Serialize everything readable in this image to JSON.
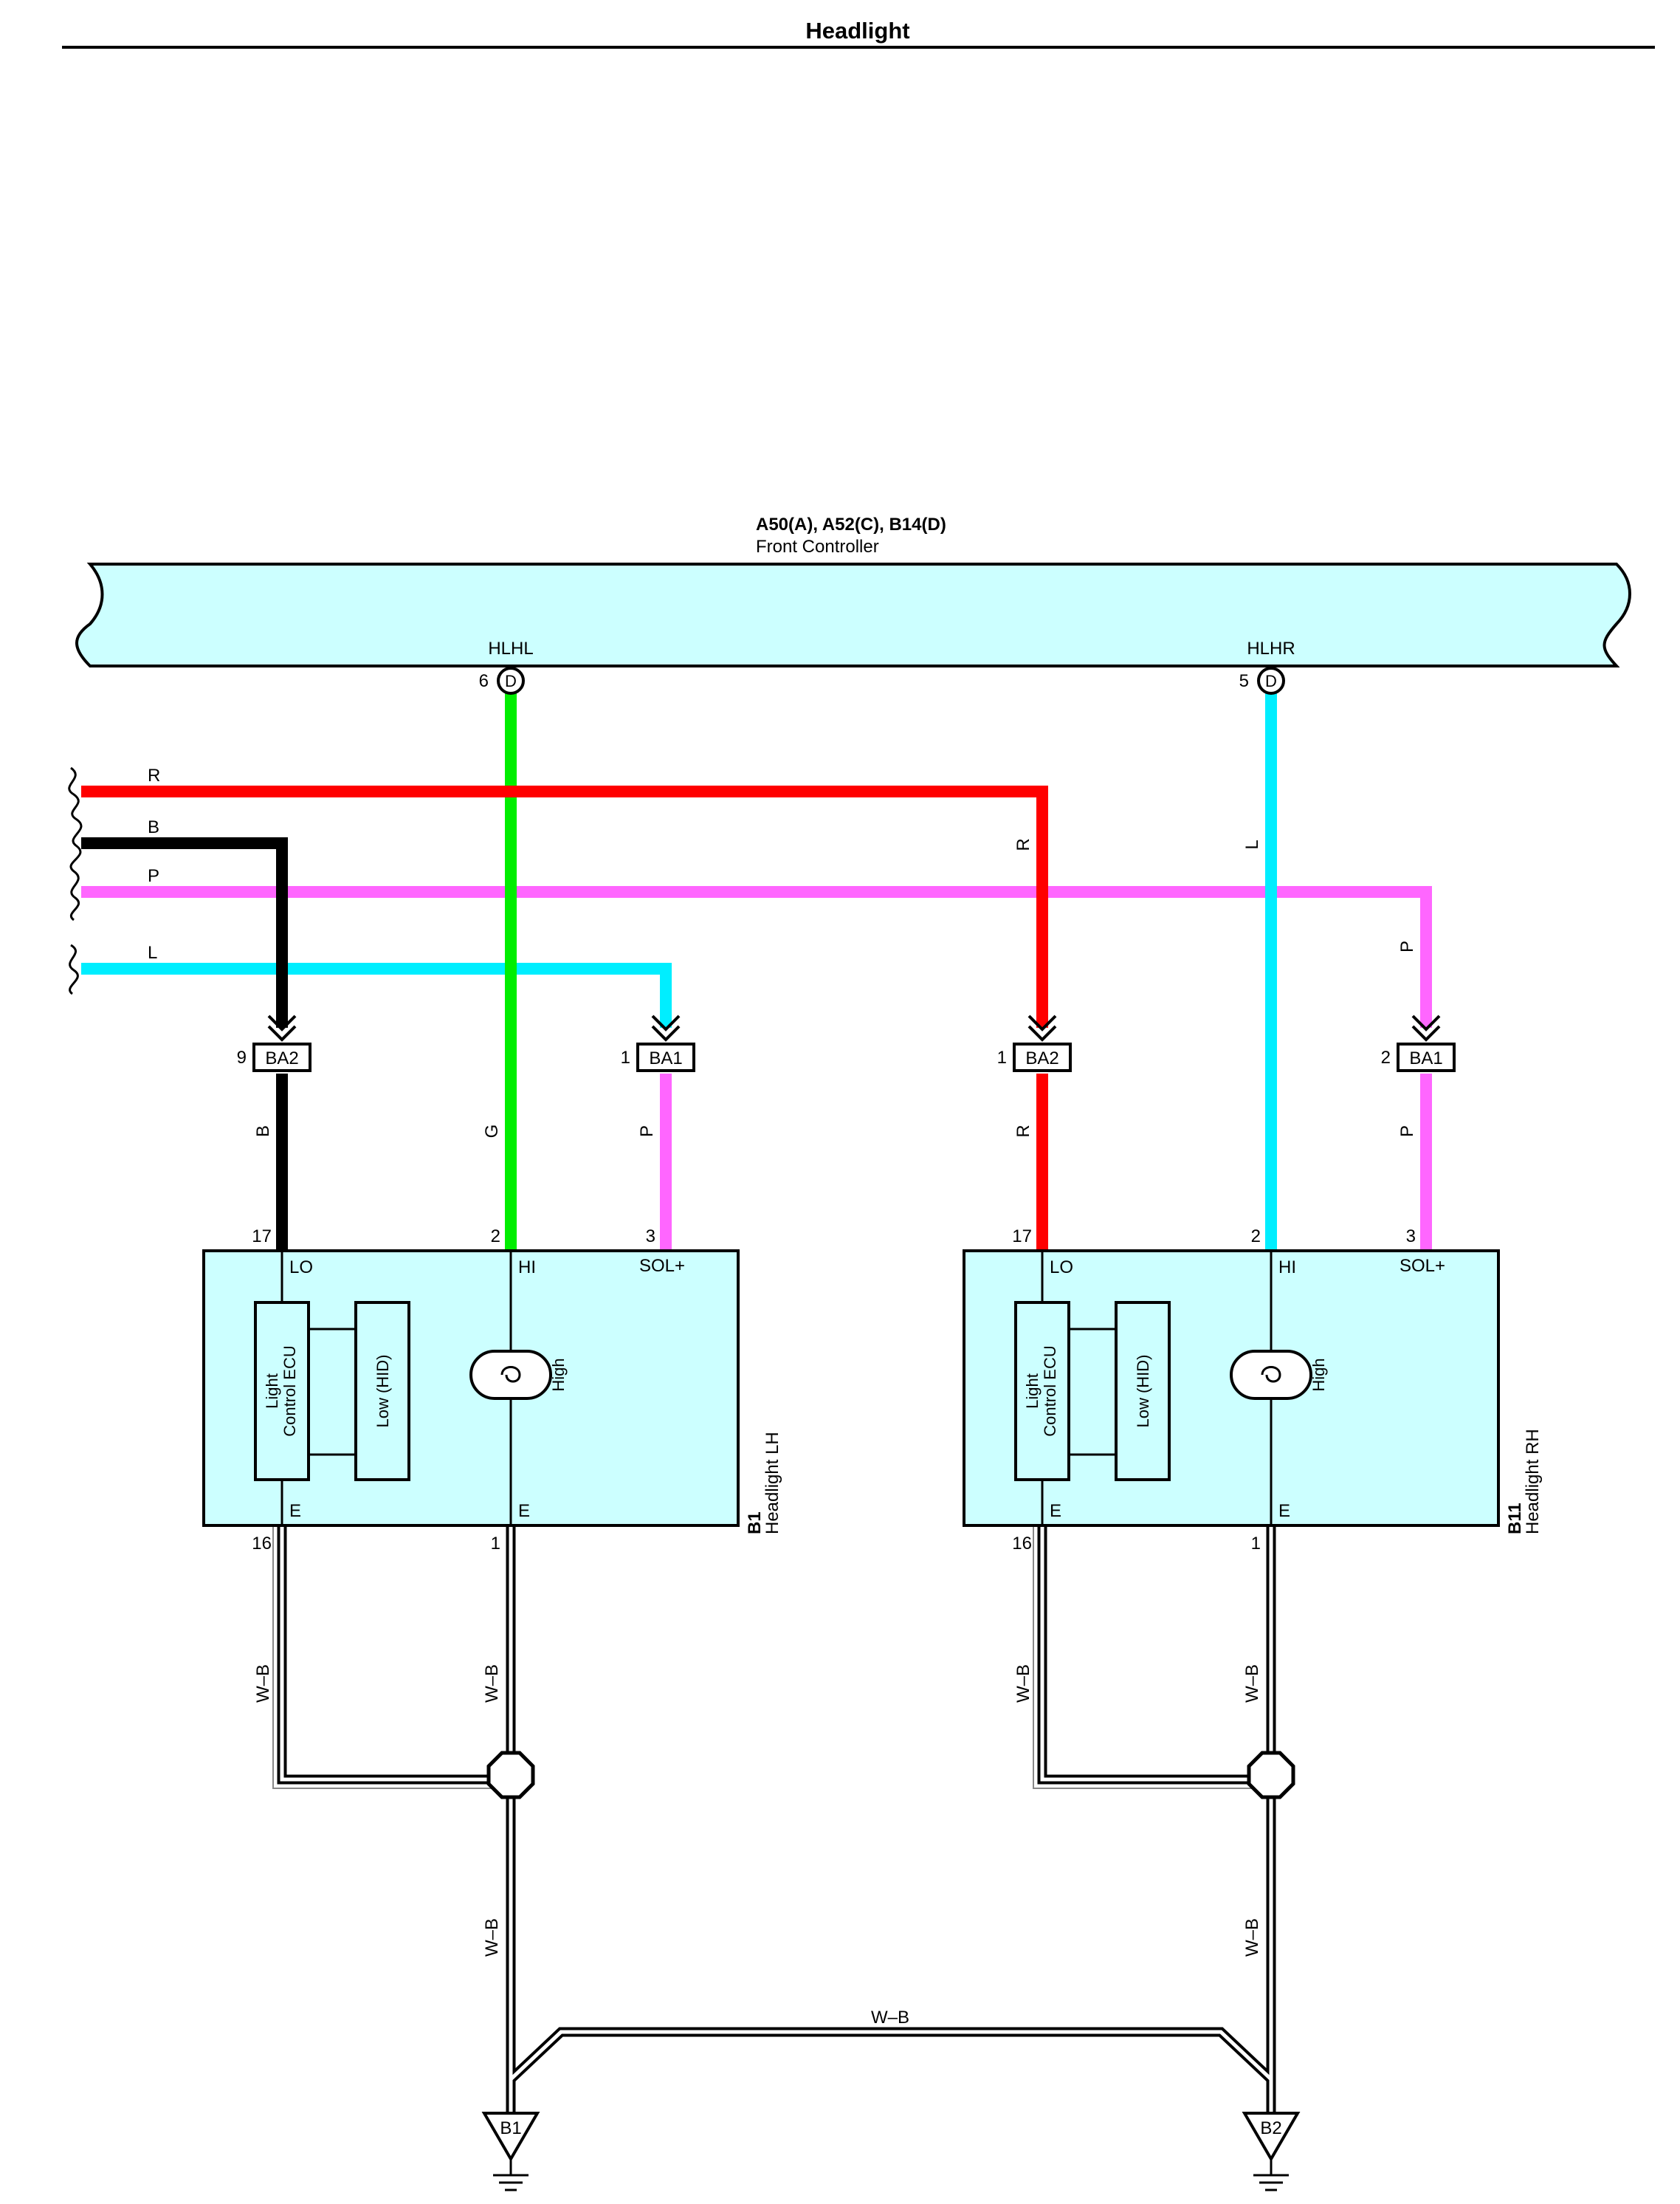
{
  "title": "Headlight",
  "controller": {
    "connectors": "A50(A), A52(C), B14(D)",
    "name": "Front Controller",
    "fill": "#ccffff",
    "terminals": [
      {
        "label": "HLHL",
        "pin": "6",
        "connector": "D"
      },
      {
        "label": "HLHR",
        "pin": "5",
        "connector": "D"
      }
    ]
  },
  "incoming_wires": [
    {
      "color_code": "R",
      "color": "#ff0000"
    },
    {
      "color_code": "B",
      "color": "#000000"
    },
    {
      "color_code": "P",
      "color": "#ff66ff"
    },
    {
      "color_code": "L",
      "color": "#00eeff"
    }
  ],
  "controller_wires": [
    {
      "color_code": "G",
      "color": "#00ee00"
    },
    {
      "color_code": "L",
      "color": "#00eeff"
    }
  ],
  "junctions": [
    {
      "pin": "9",
      "name": "BA2"
    },
    {
      "pin": "1",
      "name": "BA1"
    },
    {
      "pin": "1",
      "name": "BA2"
    },
    {
      "pin": "2",
      "name": "BA1"
    }
  ],
  "branch_codes": {
    "left_black": "B",
    "left_green": "G",
    "left_pink": "P",
    "right_red_top": "R",
    "right_red_bottom": "R",
    "right_blue": "L",
    "right_pink_top": "P",
    "right_pink_bottom": "P"
  },
  "headlights": [
    {
      "code": "B1",
      "name": "Headlight LH",
      "pins": {
        "lo": "17",
        "hi": "2",
        "sol": "3",
        "e1": "16",
        "e2": "1"
      },
      "terminals": {
        "lo": "LO",
        "hi": "HI",
        "sol": "SOL+",
        "e1": "E",
        "e2": "E"
      },
      "ecu": "Light Control ECU",
      "ecu_line1": "Light",
      "ecu_line2": "Control ECU",
      "low": "Low (HID)",
      "high": "High"
    },
    {
      "code": "B11",
      "name": "Headlight RH",
      "pins": {
        "lo": "17",
        "hi": "2",
        "sol": "3",
        "e1": "16",
        "e2": "1"
      },
      "terminals": {
        "lo": "LO",
        "hi": "HI",
        "sol": "SOL+",
        "e1": "E",
        "e2": "E"
      },
      "ecu": "Light Control ECU",
      "ecu_line1": "Light",
      "ecu_line2": "Control ECU",
      "low": "Low (HID)",
      "high": "High"
    }
  ],
  "ground_wire": "W–B",
  "grounds": [
    "B1",
    "B2"
  ]
}
